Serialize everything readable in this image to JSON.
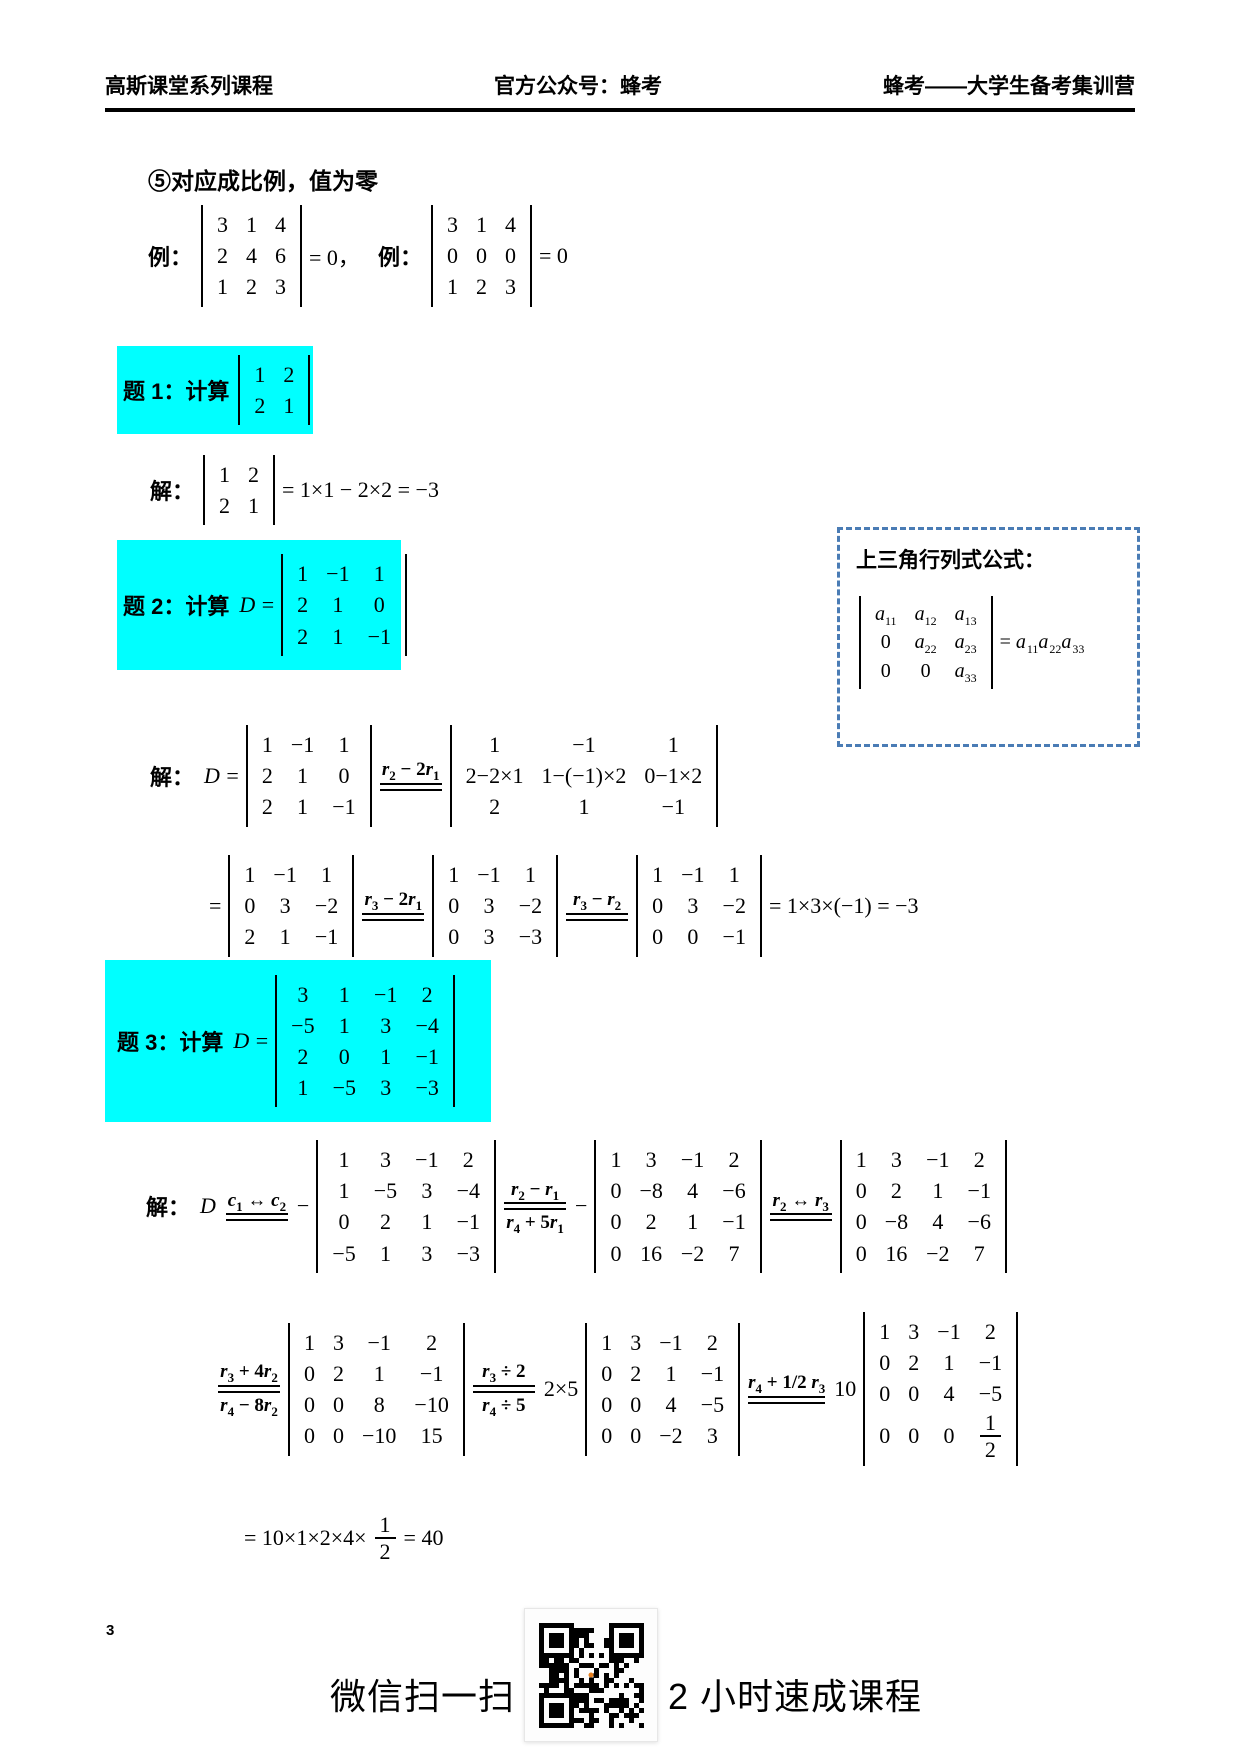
{
  "header": {
    "left": "高斯课堂系列课程",
    "center": "官方公众号：蜂考",
    "right": "蜂考——大学生备考集训营"
  },
  "section5": {
    "heading": "⑤对应成比例，值为零"
  },
  "examples": {
    "label1": "例：",
    "det1": {
      "rows": [
        [
          "3",
          "1",
          "4"
        ],
        [
          "2",
          "4",
          "6"
        ],
        [
          "1",
          "2",
          "3"
        ]
      ]
    },
    "eq1": "= 0，",
    "label2": "例：",
    "det2": {
      "rows": [
        [
          "3",
          "1",
          "4"
        ],
        [
          "0",
          "0",
          "0"
        ],
        [
          "1",
          "2",
          "3"
        ]
      ]
    },
    "eq2": "= 0"
  },
  "problem1": {
    "title": "题 1：计算",
    "det": {
      "rows": [
        [
          "1",
          "2"
        ],
        [
          "2",
          "1"
        ]
      ]
    }
  },
  "solution1": {
    "label": "解：",
    "det": {
      "rows": [
        [
          "1",
          "2"
        ],
        [
          "2",
          "1"
        ]
      ]
    },
    "result": "= 1×1 − 2×2 = −3"
  },
  "problem2": {
    "title": "题 2：计算",
    "dvar": "*D* =",
    "det": {
      "rows": [
        [
          "1",
          "−1",
          "1"
        ],
        [
          "2",
          "1",
          "0"
        ],
        [
          "2",
          "1",
          "−1"
        ]
      ]
    }
  },
  "triangle_box": {
    "title": "上三角行列式公式：",
    "det": {
      "rows": [
        [
          "*a*|11|",
          "*a*|12|",
          "*a*|13|"
        ],
        [
          "0",
          "*a*|22|",
          "*a*|23|"
        ],
        [
          "0",
          "0",
          "*a*|33|"
        ]
      ]
    },
    "rhs": "= *a*|11|*a*|22|*a*|33|"
  },
  "solution2": {
    "label": "解：",
    "prefix": "*D* =",
    "det1": {
      "rows": [
        [
          "1",
          "−1",
          "1"
        ],
        [
          "2",
          "1",
          "0"
        ],
        [
          "2",
          "1",
          "−1"
        ]
      ]
    },
    "rop1": {
      "top": "*r*|2| − 2*r*|1|"
    },
    "det2": {
      "rows": [
        [
          "1",
          "−1",
          "1"
        ],
        [
          "2−2×1",
          "1−(−1)×2",
          "0−1×2"
        ],
        [
          "2",
          "1",
          "−1"
        ]
      ]
    },
    "eq2": "=",
    "det3": {
      "rows": [
        [
          "1",
          "−1",
          "1"
        ],
        [
          "0",
          "3",
          "−2"
        ],
        [
          "2",
          "1",
          "−1"
        ]
      ]
    },
    "rop2": {
      "top": "*r*|3| − 2*r*|1|"
    },
    "det4": {
      "rows": [
        [
          "1",
          "−1",
          "1"
        ],
        [
          "0",
          "3",
          "−2"
        ],
        [
          "0",
          "3",
          "−3"
        ]
      ]
    },
    "rop3": {
      "top": "*r*|3| − *r*|2|"
    },
    "det5": {
      "rows": [
        [
          "1",
          "−1",
          "1"
        ],
        [
          "0",
          "3",
          "−2"
        ],
        [
          "0",
          "0",
          "−1"
        ]
      ]
    },
    "result": "= 1×3×(−1) = −3"
  },
  "problem3": {
    "title": "题 3：计算",
    "dvar": "*D* =",
    "det": {
      "rows": [
        [
          "3",
          "1",
          "−1",
          "2"
        ],
        [
          "−5",
          "1",
          "3",
          "−4"
        ],
        [
          "2",
          "0",
          "1",
          "−1"
        ],
        [
          "1",
          "−5",
          "3",
          "−3"
        ]
      ]
    }
  },
  "solution3": {
    "label": "解：",
    "dvar": "*D*",
    "rop1": {
      "top": "*c*|1| ↔ *c*|2|"
    },
    "minus1": "−",
    "det1": {
      "rows": [
        [
          "1",
          "3",
          "−1",
          "2"
        ],
        [
          "1",
          "−5",
          "3",
          "−4"
        ],
        [
          "0",
          "2",
          "1",
          "−1"
        ],
        [
          "−5",
          "1",
          "3",
          "−3"
        ]
      ]
    },
    "rop2": {
      "top": "*r*|2| − *r*|1|",
      "bottom": "*r*|4| + 5*r*|1|"
    },
    "minus2": "−",
    "det2": {
      "rows": [
        [
          "1",
          "3",
          "−1",
          "2"
        ],
        [
          "0",
          "−8",
          "4",
          "−6"
        ],
        [
          "0",
          "2",
          "1",
          "−1"
        ],
        [
          "0",
          "16",
          "−2",
          "7"
        ]
      ]
    },
    "rop3": {
      "top": "*r*|2| ↔ *r*|3|"
    },
    "det3": {
      "rows": [
        [
          "1",
          "3",
          "−1",
          "2"
        ],
        [
          "0",
          "2",
          "1",
          "−1"
        ],
        [
          "0",
          "−8",
          "4",
          "−6"
        ],
        [
          "0",
          "16",
          "−2",
          "7"
        ]
      ]
    },
    "rop4": {
      "top": "*r*|3| + 4*r*|2|",
      "bottom": "*r*|4| − 8*r*|2|"
    },
    "det4": {
      "rows": [
        [
          "1",
          "3",
          "−1",
          "2"
        ],
        [
          "0",
          "2",
          "1",
          "−1"
        ],
        [
          "0",
          "0",
          "8",
          "−10"
        ],
        [
          "0",
          "0",
          "−10",
          "15"
        ]
      ]
    },
    "rop5": {
      "top": "*r*|3| ÷ 2",
      "bottom": "*r*|4| ÷ 5"
    },
    "factor1": "2×5",
    "det5": {
      "rows": [
        [
          "1",
          "3",
          "−1",
          "2"
        ],
        [
          "0",
          "2",
          "1",
          "−1"
        ],
        [
          "0",
          "0",
          "4",
          "−5"
        ],
        [
          "0",
          "0",
          "−2",
          "3"
        ]
      ]
    },
    "rop6": {
      "top": "*r*|4| + 1/2 *r*|3|"
    },
    "factor2": "10",
    "det6": {
      "rows": [
        [
          "1",
          "3",
          "−1",
          "2"
        ],
        [
          "0",
          "2",
          "1",
          "−1"
        ],
        [
          "0",
          "0",
          "4",
          "−5"
        ],
        [
          "0",
          "0",
          "0",
          "frac:1/2"
        ]
      ]
    },
    "final_pre": "= 10×1×2×4×",
    "final_frac": "1/2",
    "final_post": "= 40"
  },
  "footer": {
    "page_number": "3",
    "scan_label": "微信扫一扫",
    "course_label": "2 小时速成课程"
  },
  "colors": {
    "highlight_cyan": "#00ffff",
    "dashed_blue": "#4a7cb5",
    "qr_logo_orange": "#e8801f"
  }
}
